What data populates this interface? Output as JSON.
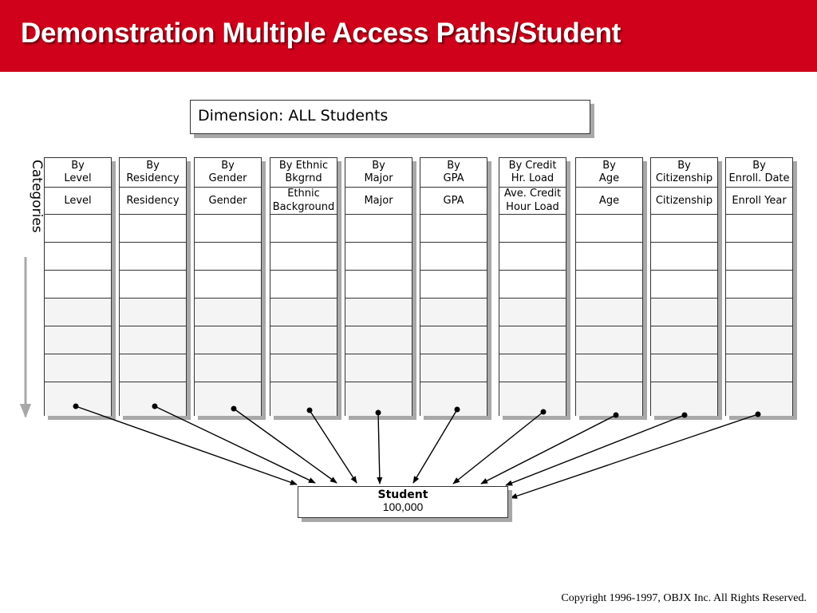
{
  "title": "Demonstration Multiple Access Paths/Student",
  "dimension_label": "Dimension:  ALL Students",
  "categories_label": "Categories",
  "columns": [
    {
      "header": "By\nLevel",
      "value": "Level"
    },
    {
      "header": "By\nResidency",
      "value": "Residency"
    },
    {
      "header": "By\nGender",
      "value": "Gender"
    },
    {
      "header": "By Ethnic\nBkgrnd",
      "value": "Ethnic\nBackground"
    },
    {
      "header": "By\nMajor",
      "value": "Major"
    },
    {
      "header": "By\nGPA",
      "value": "GPA"
    },
    {
      "header": "By Credit\nHr. Load",
      "value": "Ave. Credit\nHour Load"
    },
    {
      "header": "By\nAge",
      "value": "Age"
    },
    {
      "header": "By\nCitizenship",
      "value": "Citizenship"
    },
    {
      "header": "By\nEnroll. Date",
      "value": "Enroll Year"
    }
  ],
  "student": {
    "label": "Student",
    "count": "100,000"
  },
  "copyright": "Copyright  1996-1997, OBJX Inc. All Rights Reserved.",
  "colors": {
    "banner": "#d0021b",
    "shadow": "#a8a8a8",
    "arrow": "#000000"
  }
}
